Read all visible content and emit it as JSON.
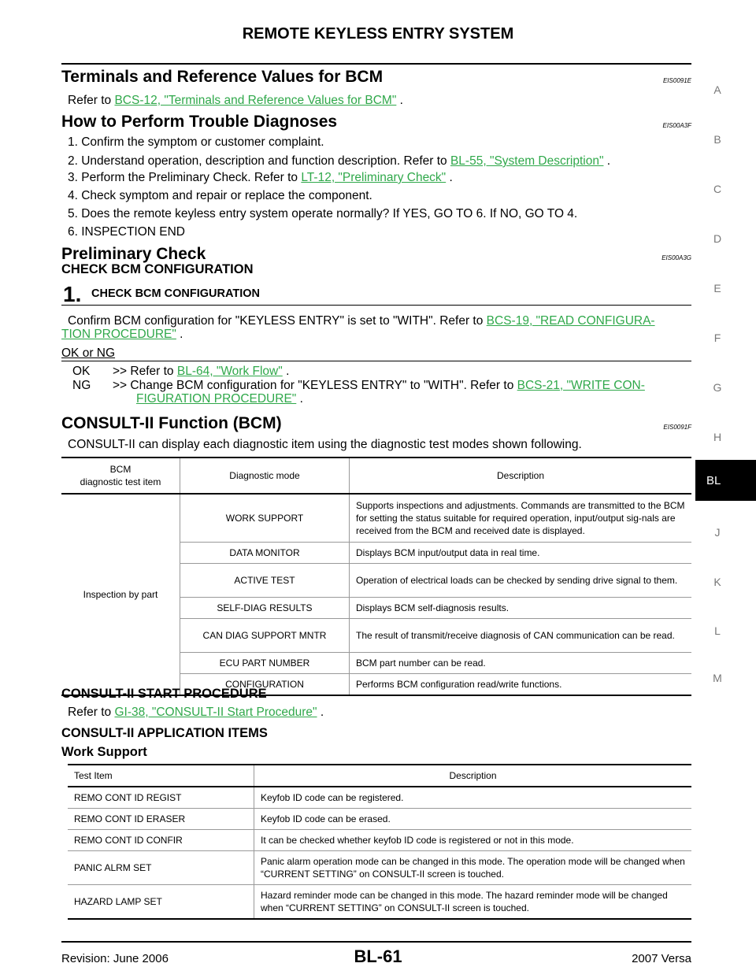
{
  "header": {
    "title": "REMOTE KEYLESS ENTRY SYSTEM"
  },
  "side_nav": [
    "A",
    "B",
    "C",
    "D",
    "E",
    "F",
    "G",
    "H",
    "BL",
    "J",
    "K",
    "L",
    "M"
  ],
  "sections": {
    "terminals": {
      "title": "Terminals and Reference Values for BCM",
      "code": "EIS0091E",
      "refer_prefix": "Refer to ",
      "link": "BCS-12, \"Terminals and Reference Values for BCM\"",
      "suffix": " ."
    },
    "trouble": {
      "title": "How to Perform Trouble Diagnoses",
      "code": "EIS00A3F",
      "items": [
        {
          "text": "1.  Confirm the symptom or customer complaint."
        },
        {
          "text": "2.  Understand operation, description and function description. Refer to ",
          "link": "BL-55, \"System Description\"",
          "suffix": " ."
        },
        {
          "text": "3.  Perform the Preliminary Check. Refer to ",
          "link": "LT-12, \"Preliminary Check\"",
          "suffix": "  ."
        },
        {
          "text": "4.  Check symptom and repair or replace the component."
        },
        {
          "text": "5.  Does the remote keyless entry system operate normally? If YES, GO TO 6. If NO, GO TO 4."
        },
        {
          "text": "6.  INSPECTION END"
        }
      ]
    },
    "preliminary": {
      "title": "Preliminary Check",
      "code": "EIS00A3G",
      "subtitle": "CHECK BCM CONFIGURATION",
      "step_num": "1.",
      "step_title": "CHECK BCM CONFIGURATION",
      "confirm_text": "Confirm BCM configuration for \"KEYLESS ENTRY\" is set to \"WITH\". Refer to ",
      "confirm_link_1": "BCS-19, \"READ CONFIGURA-",
      "confirm_link_2": "TION PROCEDURE\"",
      "confirm_suffix": " .",
      "ok_ng": "OK or NG",
      "ok_label": "OK",
      "ok_text": ">> Refer to ",
      "ok_link": "BL-64, \"Work Flow\"",
      "ok_suffix": " .",
      "ng_label": "NG",
      "ng_text": ">> Change BCM configuration for \"KEYLESS ENTRY\" to \"WITH\". Refer to ",
      "ng_link_1": "BCS-21, \"WRITE CON-",
      "ng_link_2": "FIGURATION PROCEDURE\"",
      "ng_suffix": " ."
    },
    "consult": {
      "title": "CONSULT-II Function (BCM)",
      "code": "EIS0091F",
      "intro": "CONSULT-II can display each diagnostic item using the diagnostic test modes shown following.",
      "table": {
        "headers": [
          "BCM\ndiagnostic test item",
          "Diagnostic mode",
          "Description"
        ],
        "group": "Inspection by part",
        "rows": [
          {
            "mode": "WORK SUPPORT",
            "desc": "Supports inspections and adjustments. Commands are transmitted to the BCM for setting the status suitable for required operation, input/output sig-nals are received from the BCM and received date is displayed."
          },
          {
            "mode": "DATA MONITOR",
            "desc": "Displays BCM input/output data in real time."
          },
          {
            "mode": "ACTIVE TEST",
            "desc": "Operation of electrical loads can be checked by sending drive signal to them."
          },
          {
            "mode": "SELF-DIAG RESULTS",
            "desc": "Displays BCM self-diagnosis results."
          },
          {
            "mode": "CAN DIAG SUPPORT MNTR",
            "desc": "The result of transmit/receive diagnosis of CAN communication can be read."
          },
          {
            "mode": "ECU PART NUMBER",
            "desc": "BCM part number can be read."
          },
          {
            "mode": "CONFIGURATION",
            "desc": "Performs BCM configuration read/write functions."
          }
        ]
      }
    },
    "start": {
      "title": "CONSULT-II START PROCEDURE",
      "refer_prefix": "Refer to ",
      "link": "GI-38, \"CONSULT-II Start Procedure\"",
      "suffix": " ."
    },
    "app": {
      "title": "CONSULT-II APPLICATION ITEMS",
      "subtitle": "Work Support",
      "table": {
        "headers": [
          "Test Item",
          "Description"
        ],
        "rows": [
          {
            "item": "REMO CONT ID REGIST",
            "desc": "Keyfob ID code can be registered."
          },
          {
            "item": "REMO CONT ID ERASER",
            "desc": "Keyfob ID code can be erased."
          },
          {
            "item": "REMO CONT ID CONFIR",
            "desc": "It can be checked whether keyfob ID code is registered or not in this mode."
          },
          {
            "item": "PANIC ALRM SET",
            "desc": "Panic alarm operation mode can be changed in this mode. The operation mode will be changed when “CURRENT SETTING” on CONSULT-II screen is touched."
          },
          {
            "item": "HAZARD LAMP SET",
            "desc": "Hazard reminder mode can be changed in this mode. The hazard reminder mode will be changed when “CURRENT SETTING” on CONSULT-II screen is touched."
          }
        ]
      }
    }
  },
  "footer": {
    "revision": "Revision: June 2006",
    "page": "BL-61",
    "model": "2007 Versa"
  }
}
